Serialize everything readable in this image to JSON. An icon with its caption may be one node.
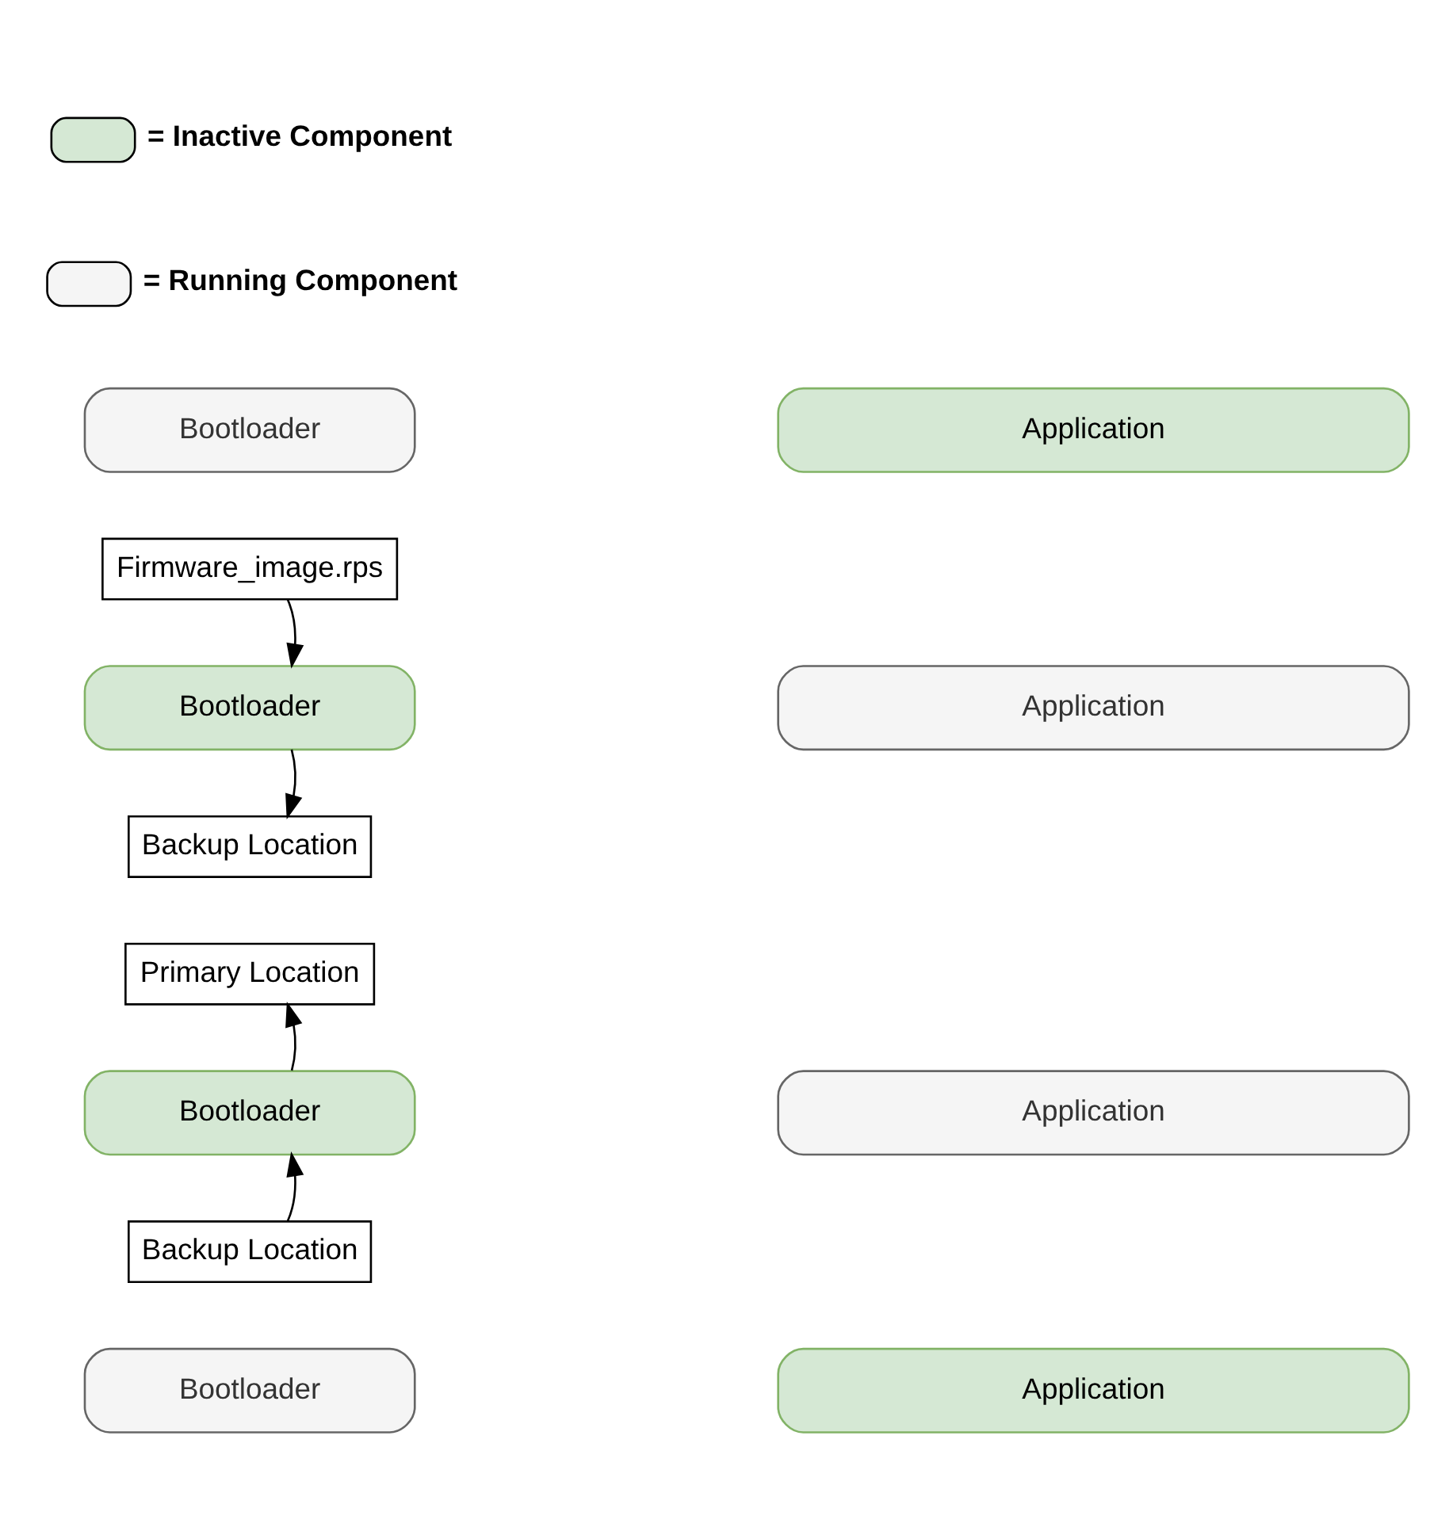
{
  "diagram": {
    "nodes": [
      {
        "text": [
          "Bootloader"
        ]
      },
      {
        "text": [
          "Application"
        ]
      },
      {
        "text": [
          "Firmware_image.rps"
        ]
      },
      {
        "text": [
          "Bootloader"
        ]
      },
      {
        "text": [
          "Application"
        ]
      },
      {
        "text": [
          "Backup Location"
        ]
      },
      {
        "text": [
          "Primary Location"
        ]
      },
      {
        "text": [
          "Bootloader"
        ]
      },
      {
        "text": [
          "Application"
        ]
      },
      {
        "text": [
          "Backup Location"
        ]
      },
      {
        "text": [
          "Bootloader"
        ]
      },
      {
        "text": [
          "Application"
        ]
      }
    ],
    "edges": [
      {
        "from": 2,
        "to": 3,
        "arrow": "to"
      },
      {
        "from": 3,
        "to": 5,
        "arrow": "to"
      },
      {
        "from": 9,
        "to": 7,
        "arrow": "to"
      },
      {
        "from": 7,
        "to": 6,
        "arrow": "to"
      }
    ],
    "legend": [
      {
        "text": "= Inactive Component",
        "color": "#d5e8d4"
      },
      {
        "text": "= Running Component",
        "color": "#f5f5f5"
      }
    ]
  }
}
